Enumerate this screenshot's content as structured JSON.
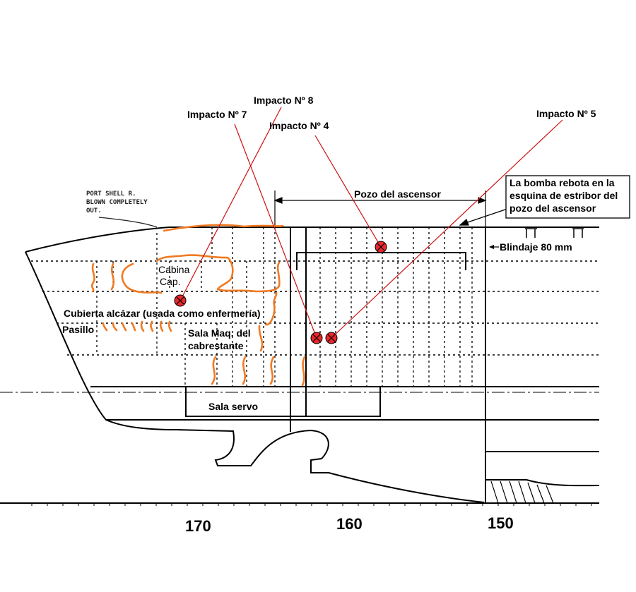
{
  "impacts": {
    "i8": "Impacto Nº 8",
    "i7": "Impacto Nº 7",
    "i4": "Impacto Nº 4",
    "i5": "Impacto Nº 5"
  },
  "labels": {
    "elevator_well": "Pozo del ascensor",
    "bounce_note": [
      "La bomba rebota en la",
      "esquina de estribor del",
      "pozo del ascensor"
    ],
    "armor": "Blindaje 80 mm",
    "captain_cabin": [
      "Cabina",
      "Cap."
    ],
    "quarterdeck": "Cubierta alcázar (usada como enfermería)",
    "corridor": "Pasillo",
    "windlass_room": [
      "Sala Maq. del",
      "cabrestante"
    ],
    "servo_room": "Sala servo"
  },
  "handwritten_note": [
    "PORT SHELL R.",
    "BLOWN COMPLETELY",
    "OUT."
  ],
  "frame_numbers": [
    "170",
    "160",
    "150"
  ],
  "colors": {
    "hull": "#000000",
    "impact_line": "#cc1111",
    "impact_marker": "#e8282c",
    "damage": "#f07a22"
  }
}
